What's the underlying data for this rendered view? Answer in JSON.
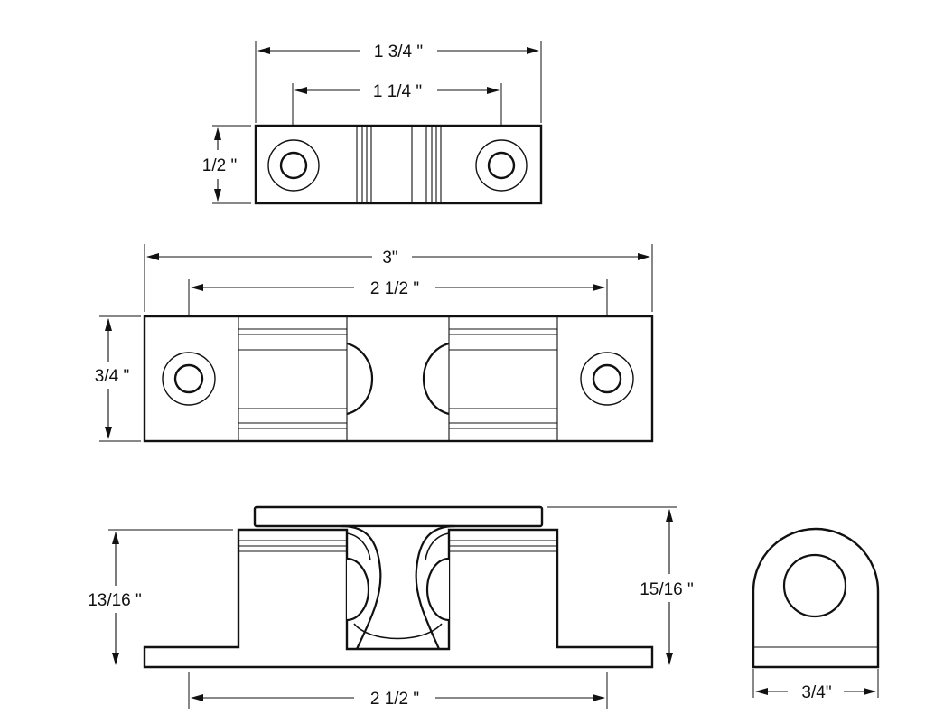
{
  "top_view": {
    "overall_length": "1 3/4 \"",
    "hole_spacing": "1 1/4 \"",
    "width": "1/2 \""
  },
  "front_view": {
    "overall_length": "3\"",
    "hole_spacing": "2 1/2 \"",
    "height": "3/4 \""
  },
  "side_view": {
    "body_height": "13/16 \"",
    "overall_height": "15/16 \"",
    "hole_spacing": "2 1/2 \""
  },
  "end_view": {
    "width": "3/4\""
  },
  "colors": {
    "line": "#111111",
    "background": "#ffffff"
  }
}
